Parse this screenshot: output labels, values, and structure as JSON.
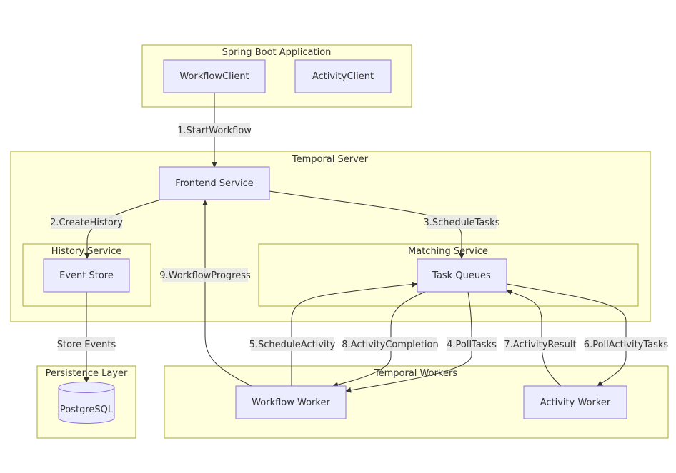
{
  "clusters": {
    "spring": "Spring Boot Application",
    "temporal_server": "Temporal Server",
    "history": "History Service",
    "matching": "Matching Service",
    "persistence": "Persistence Layer",
    "workers": "Temporal Workers"
  },
  "nodes": {
    "workflow_client": "WorkflowClient",
    "activity_client": "ActivityClient",
    "frontend": "Frontend Service",
    "event_store": "Event Store",
    "task_queues": "Task Queues",
    "postgres": "PostgreSQL",
    "workflow_worker": "Workflow Worker",
    "activity_worker": "Activity Worker"
  },
  "edges": {
    "e1": "1.StartWorkflow",
    "e2": "2.CreateHistory",
    "e3": "3.ScheduleTasks",
    "e_store": "Store Events",
    "e9": "9.WorkflowProgress",
    "e5": "5.ScheduleActivity",
    "e8": "8.ActivityCompletion",
    "e4": "4.PollTasks",
    "e7": "7.ActivityResult",
    "e6": "6.PollActivityTasks"
  },
  "colors": {
    "cluster_fill": "#ffffde",
    "cluster_stroke": "#aaaa33",
    "node_fill": "#ececff",
    "node_stroke": "#9370db",
    "edge": "#333333"
  }
}
